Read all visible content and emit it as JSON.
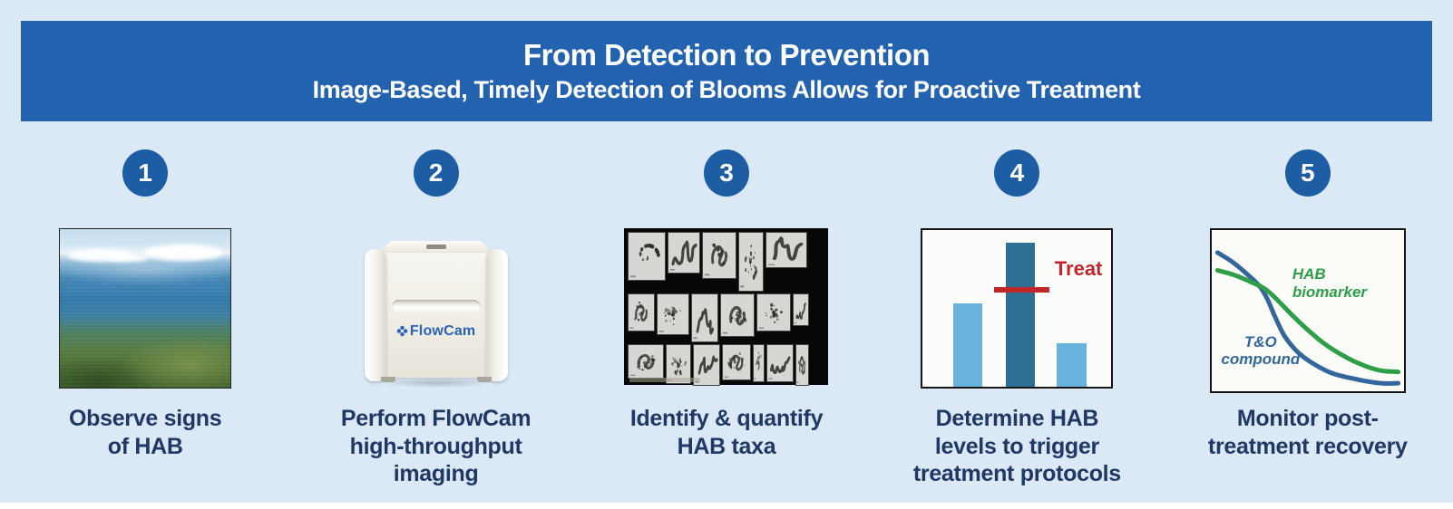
{
  "header": {
    "title": "From Detection to Prevention",
    "subtitle": "Image-Based, Timely Detection of Blooms Allows for Proactive Treatment"
  },
  "steps": [
    {
      "number": "1",
      "caption": "Observe signs\nof HAB",
      "visual": "lake-bloom-photo"
    },
    {
      "number": "2",
      "caption": "Perform FlowCam\nhigh-throughput\nimaging",
      "visual": "flowcam-instrument",
      "device_label": "FlowCam",
      "logo_icon": "four-petal-flower-icon"
    },
    {
      "number": "3",
      "caption": "Identify & quantify\nHAB taxa",
      "visual": "plankton-image-collage"
    },
    {
      "number": "4",
      "caption": "Determine HAB\nlevels to trigger\ntreatment protocols",
      "visual": "hab-level-bar-chart"
    },
    {
      "number": "5",
      "caption": "Monitor post-\ntreatment recovery",
      "visual": "recovery-line-chart"
    }
  ],
  "colors": {
    "background": "#dbe8f6",
    "banner": "#2262ae",
    "badge": "#1d5da4",
    "caption_text": "#1f3864",
    "treat_red": "#c0262c",
    "bar_light": "#68b3de",
    "bar_dark": "#2e6f96",
    "line_green": "#2f9e49",
    "line_blue": "#33679b"
  },
  "chart_data": [
    {
      "type": "bar",
      "values": [
        53,
        92,
        28
      ],
      "value_scale": "percent-of-plot-height",
      "bar_colors": [
        "#68b3de",
        "#2e6f96",
        "#68b3de"
      ],
      "threshold": 60,
      "annotation": "Treat",
      "annotation_color": "#c0262c",
      "axes_visible": false
    },
    {
      "type": "line",
      "axes_visible": false,
      "x_range": [
        0,
        100
      ],
      "y_range": [
        0,
        100
      ],
      "series": [
        {
          "name": "HAB biomarker",
          "label": "HAB\nbiomarker",
          "color": "#2f9e49",
          "points": [
            [
              3,
              75
            ],
            [
              12,
              72
            ],
            [
              20,
              68
            ],
            [
              27,
              64
            ],
            [
              33,
              58
            ],
            [
              42,
              47
            ],
            [
              50,
              38
            ],
            [
              58,
              30
            ],
            [
              67,
              23
            ],
            [
              77,
              17
            ],
            [
              87,
              13
            ],
            [
              97,
              12
            ]
          ]
        },
        {
          "name": "T&O compound",
          "label": "T&O\ncompound",
          "color": "#33679b",
          "points": [
            [
              3,
              86
            ],
            [
              11,
              80
            ],
            [
              19,
              72
            ],
            [
              25,
              65
            ],
            [
              29,
              57
            ],
            [
              33,
              46
            ],
            [
              38,
              34
            ],
            [
              45,
              24
            ],
            [
              53,
              17
            ],
            [
              63,
              11
            ],
            [
              77,
              7
            ],
            [
              88,
              5
            ],
            [
              97,
              5
            ]
          ]
        }
      ]
    }
  ]
}
